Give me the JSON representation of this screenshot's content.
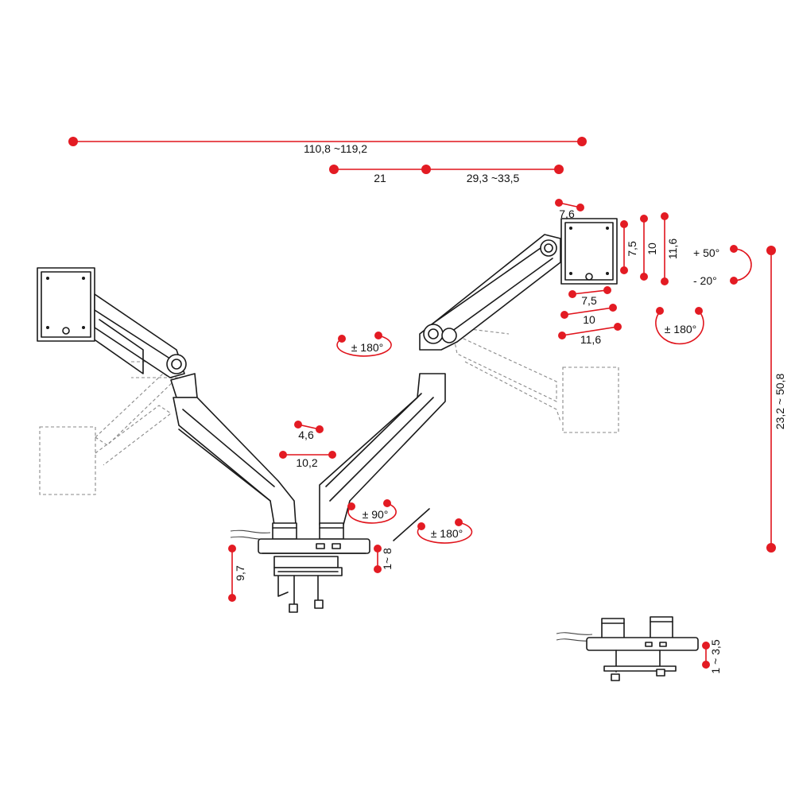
{
  "dimensions": {
    "total_width": "110,8 ~119,2",
    "arm_segment_a": "21",
    "arm_segment_b": "29,3 ~33,5",
    "vesa_offset_top": "7,6",
    "vesa_height_a": "7,5",
    "vesa_height_b": "10",
    "vesa_height_c": "11,6",
    "vesa_width_a": "7,5",
    "vesa_width_b": "10",
    "vesa_width_c": "11,6",
    "tilt_up": "+ 50°",
    "tilt_down": "-  20°",
    "rotation_panel": "± 180°",
    "rotation_arm": "± 180°",
    "pole_width": "4,6",
    "base_width": "10,2",
    "swivel_base": "± 90°",
    "rotation_base": "± 180°",
    "clamp_height": "9,7",
    "desk_thickness": "1~ 8",
    "height_range": "23,2 ~ 50,8",
    "grommet_thickness": "1 ~ 3,5"
  },
  "colors": {
    "accent": "#e31b23",
    "line": "#1a1a1a",
    "ghost": "#8a8a8a"
  }
}
